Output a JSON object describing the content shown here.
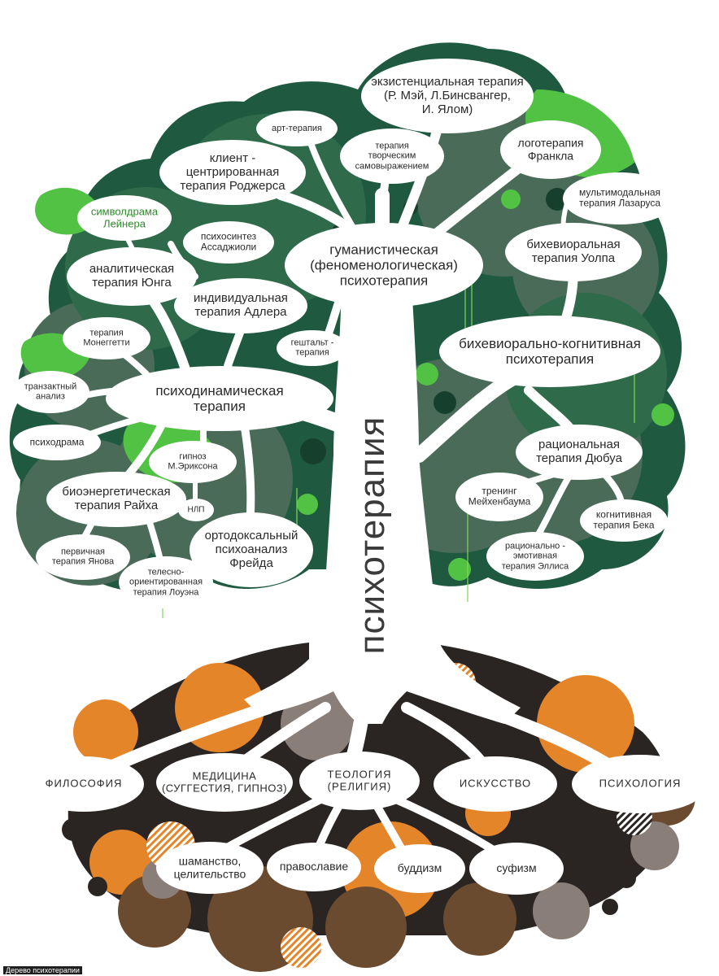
{
  "trunk_label": "психотерапия",
  "caption": "Дерево психотерапии",
  "colors": {
    "dark_green": "#1f5a40",
    "mid_green": "#3f7a5a",
    "grey_green": "#4a6b58",
    "bright_green": "#52c245",
    "light_green": "#7ed957",
    "orange": "#e5852a",
    "brown": "#6b4b2f",
    "dark_root": "#2a2522",
    "grey_root": "#8a7f78",
    "white": "#ffffff"
  },
  "nodes": {
    "existential": "экзистенциальная терапия\n(Р. Мэй, Л.Бинсвангер,\nИ. Ялом)",
    "art_therapy": "арт-терапия",
    "creative": "терапия\nтворческим\nсамовыражением",
    "logotherapy": "логотерапия\nФранкла",
    "rogers": "клиент -\nцентрированная\nтерапия Роджерса",
    "lazarus": "мультимодальная\nтерапия Лазаруса",
    "leuner": "символдрама\nЛейнера",
    "assagioli": "психосинтез\nАссаджиоли",
    "humanistic": "гуманистическая\n(феноменологическая)\nпсихотерапия",
    "wolpe": "бихевиоральная\nтерапия Уолпа",
    "jung": "аналитическая\nтерапия Юнга",
    "adler": "индивидуальная\nтерапия Адлера",
    "moneggetti": "терапия\nМонеггетти",
    "gestalt": "гештальт -\nтерапия",
    "cbt": "бихевиорально-когнитивная\nпсихотерапия",
    "transactional": "транзактный\nанализ",
    "psychodynamic": "психодинамическая\nтерапия",
    "psychodrama": "психодрама",
    "erickson": "гипноз\nМ.Эриксона",
    "dubois": "рациональная\nтерапия Дюбуа",
    "reich": "биоэнергетическая\nтерапия Райха",
    "nlp": "НЛП",
    "meichenbaum": "тренинг\nМейхенбаума",
    "beck": "когнитивная\nтерапия Бека",
    "freud": "ортодоксальный\nпсихоанализ\nФрейда",
    "janov": "первичная\nтерапия Янова",
    "ellis": "рационально -\nэмотивная\nтерапия Эллиса",
    "lowen": "телесно-\nориентированная\nтерапия Лоуэна",
    "philosophy": "ФИЛОСОФИЯ",
    "medicine": "МЕДИЦИНА\n(СУГГЕСТИЯ, ГИПНОЗ)",
    "theology": "ТЕОЛОГИЯ\n(РЕЛИГИЯ)",
    "art": "ИСКУССТВО",
    "psychology": "ПСИХОЛОГИЯ",
    "shamanism": "шаманство,\nцелительство",
    "orthodoxy": "православие",
    "buddhism": "буддизм",
    "sufism": "суфизм"
  }
}
